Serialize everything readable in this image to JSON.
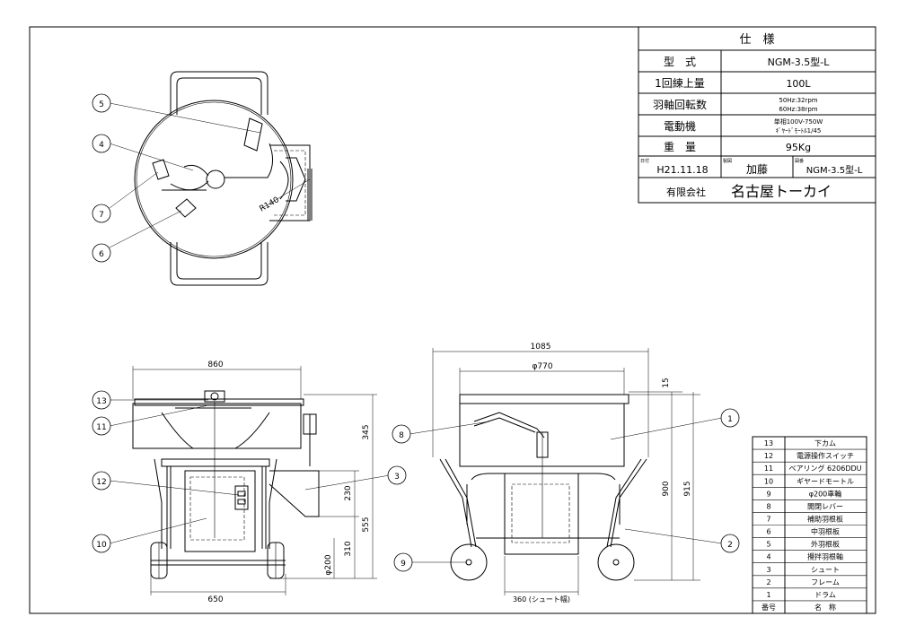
{
  "spec_table": {
    "header": "仕　様",
    "rows": [
      {
        "label": "型　式",
        "value": "NGM-3.5型-L"
      },
      {
        "label": "1回練上量",
        "value": "100L"
      },
      {
        "label": "羽軸回転数",
        "value1": "50Hz:32rpm",
        "value2": "60Hz:38rpm"
      },
      {
        "label": "電動機",
        "value1": "単相100V-750W",
        "value2": "ｷﾞﾔｰﾄﾞﾓｰﾄﾙ1/45"
      },
      {
        "label": "重　量",
        "value": "95Kg"
      }
    ],
    "date_label": "日付",
    "date": "H21.11.18",
    "drafter_label": "製図",
    "drafter": "加藤",
    "drawing_no_label": "図番",
    "drawing_no": "NGM-3.5型-L",
    "company_prefix": "有限会社",
    "company_name": "名古屋トーカイ"
  },
  "parts_table": {
    "rows": [
      {
        "no": "13",
        "name": "下カム"
      },
      {
        "no": "12",
        "name": "電源操作スイッチ"
      },
      {
        "no": "11",
        "name": "ベアリング 6206DDU"
      },
      {
        "no": "10",
        "name": "ギヤードモートル"
      },
      {
        "no": "9",
        "name": "φ200車輪"
      },
      {
        "no": "8",
        "name": "開閉レバー"
      },
      {
        "no": "7",
        "name": "補助羽根板"
      },
      {
        "no": "6",
        "name": "中羽根板"
      },
      {
        "no": "5",
        "name": "外羽根板"
      },
      {
        "no": "4",
        "name": "攪拌羽根軸"
      },
      {
        "no": "3",
        "name": "シュート"
      },
      {
        "no": "2",
        "name": "フレーム"
      },
      {
        "no": "1",
        "name": "ドラム"
      }
    ],
    "footer_no": "番号",
    "footer_name": "名　称"
  },
  "balloons": {
    "top": [
      "5",
      "4",
      "7",
      "6"
    ],
    "side": [
      "13",
      "11",
      "12",
      "10",
      "3"
    ],
    "front": [
      "8",
      "1",
      "9",
      "2"
    ]
  },
  "dimensions": {
    "radius": "R140",
    "side_width_top": "860",
    "side_width_bottom": "650",
    "side_h_345": "345",
    "side_h_230": "230",
    "side_h_555": "555",
    "side_h_310": "310",
    "side_wheel": "φ200",
    "front_width_top": "1085",
    "front_drum": "φ770",
    "front_h_15": "15",
    "front_h_900": "900",
    "front_h_915": "915",
    "front_chute": "360 (シュート幅)"
  }
}
